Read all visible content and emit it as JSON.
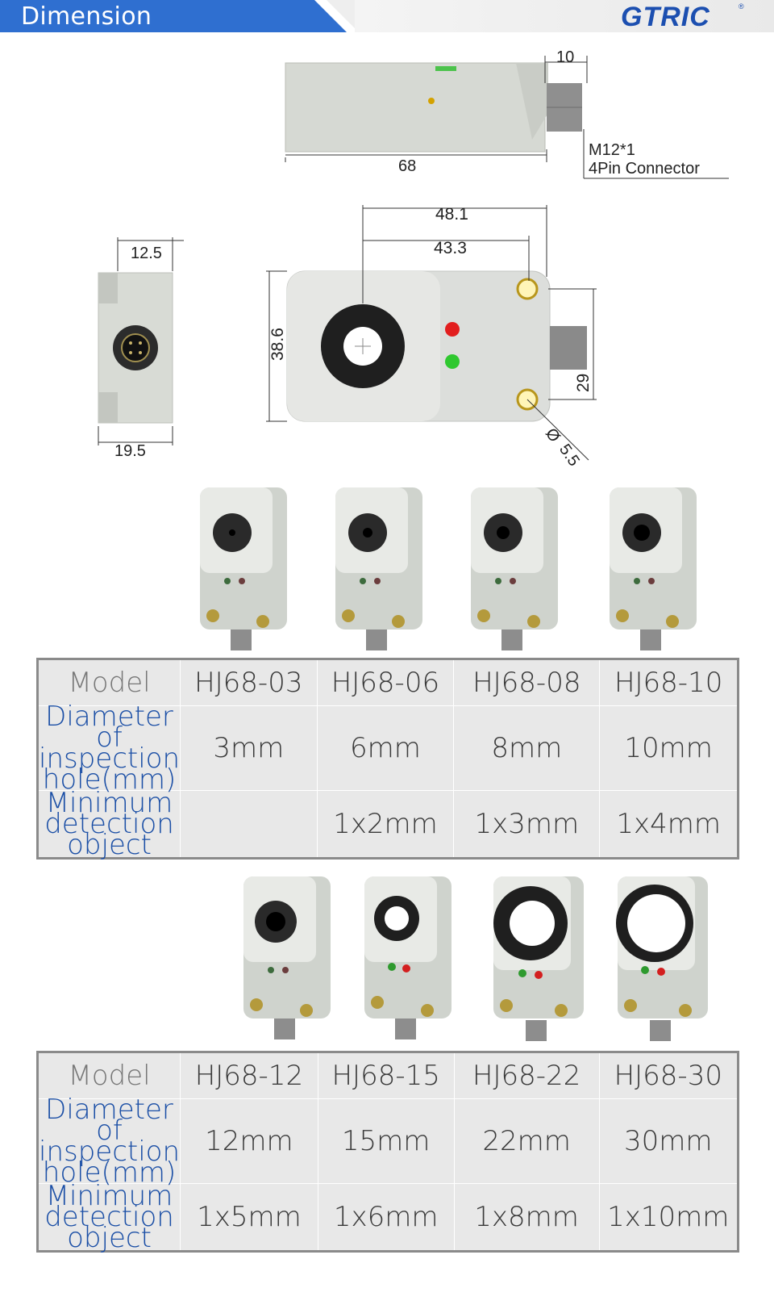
{
  "header": {
    "title": "Dimension",
    "brand": "GTRIC",
    "brand_mark": "®",
    "band_color": "#2f6fd0",
    "brand_color": "#1c4fb0"
  },
  "drawing": {
    "top_view": {
      "dim_connector": "10",
      "dim_length": "68",
      "connector_label_1": "M12*1",
      "connector_label_2": "4Pin Connector"
    },
    "side_view": {
      "dim_top": "12.5",
      "dim_bottom": "19.5"
    },
    "front_view": {
      "dim_outer": "48.1",
      "dim_inner": "43.3",
      "dim_height": "38.6",
      "dim_hole_spacing": "29",
      "dim_hole_dia": "5.5"
    }
  },
  "table1": {
    "row_labels": {
      "model": "Model",
      "diameter": [
        "Diameter of",
        "inspection",
        "hole(mm)"
      ],
      "minimum": [
        "Minimum",
        "detection",
        "object"
      ]
    },
    "models": [
      "HJ68-03",
      "HJ68-06",
      "HJ68-08",
      "HJ68-10"
    ],
    "diameters": [
      "3mm",
      "6mm",
      "8mm",
      "10mm"
    ],
    "minimums": [
      "",
      "1x2mm",
      "1x3mm",
      "1x4mm"
    ]
  },
  "table2": {
    "row_labels": {
      "model": "Model",
      "diameter": [
        "Diameter of",
        "inspection",
        "hole(mm)"
      ],
      "minimum": [
        "Minimum",
        "detection",
        "object"
      ]
    },
    "models": [
      "HJ68-12",
      "HJ68-15",
      "HJ68-22",
      "HJ68-30"
    ],
    "diameters": [
      "12mm",
      "15mm",
      "22mm",
      "30mm"
    ],
    "minimums": [
      "1x5mm",
      "1x6mm",
      "1x8mm",
      "1x10mm"
    ]
  }
}
